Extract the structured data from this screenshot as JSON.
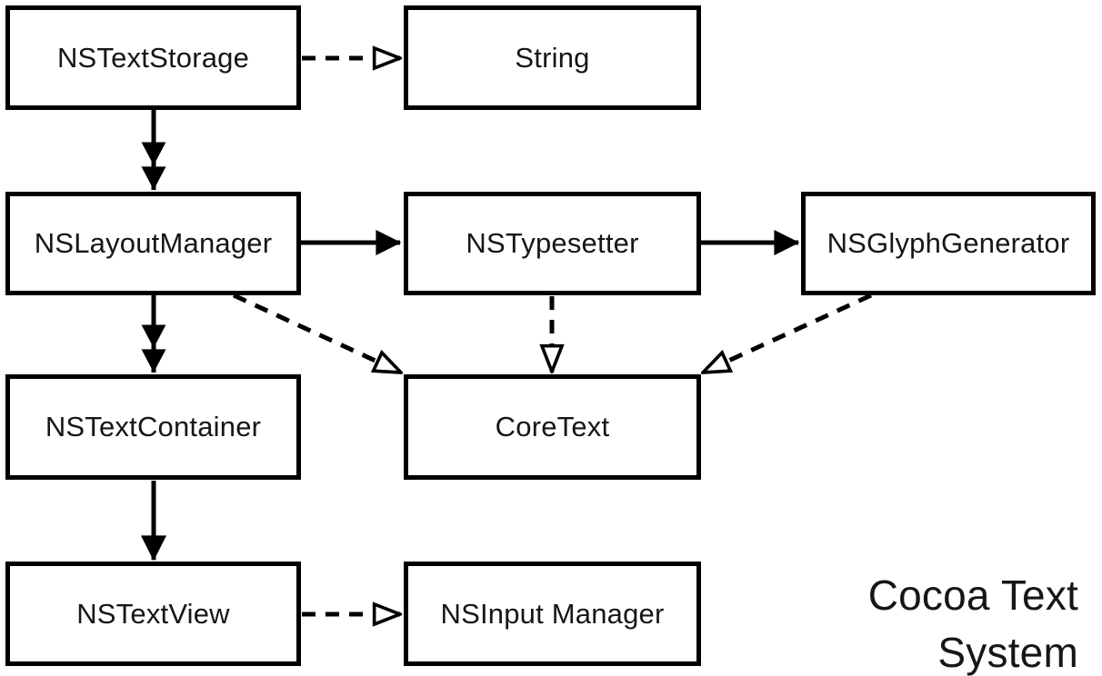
{
  "diagram": {
    "title": {
      "line1": "Cocoa Text",
      "line2": "System"
    },
    "nodes": [
      {
        "id": "nstextstorage",
        "label": "NSTextStorage"
      },
      {
        "id": "string",
        "label": "String"
      },
      {
        "id": "nslayoutmanager",
        "label": "NSLayoutManager"
      },
      {
        "id": "nstypesetter",
        "label": "NSTypesetter"
      },
      {
        "id": "nsglyphgenerator",
        "label": "NSGlyphGenerator"
      },
      {
        "id": "nstextcontainer",
        "label": "NSTextContainer"
      },
      {
        "id": "coretext",
        "label": "CoreText"
      },
      {
        "id": "nstextview",
        "label": "NSTextView"
      },
      {
        "id": "nsinputmanager",
        "label": "NSInput Manager"
      }
    ],
    "edges": [
      {
        "from": "NSTextStorage",
        "to": "String",
        "line": "dashed",
        "head": "open-triangle"
      },
      {
        "from": "NSTextStorage",
        "to": "NSLayoutManager",
        "line": "solid",
        "head": "double-filled-triangle"
      },
      {
        "from": "NSLayoutManager",
        "to": "NSTypesetter",
        "line": "solid",
        "head": "filled-triangle"
      },
      {
        "from": "NSTypesetter",
        "to": "NSGlyphGenerator",
        "line": "solid",
        "head": "filled-triangle"
      },
      {
        "from": "NSLayoutManager",
        "to": "NSTextContainer",
        "line": "solid",
        "head": "double-filled-triangle"
      },
      {
        "from": "NSLayoutManager",
        "to": "CoreText",
        "line": "dashed",
        "head": "open-triangle"
      },
      {
        "from": "NSTypesetter",
        "to": "CoreText",
        "line": "dashed",
        "head": "open-triangle"
      },
      {
        "from": "NSGlyphGenerator",
        "to": "CoreText",
        "line": "dashed",
        "head": "open-triangle"
      },
      {
        "from": "NSTextContainer",
        "to": "NSTextView",
        "line": "solid",
        "head": "filled-triangle"
      },
      {
        "from": "NSTextView",
        "to": "NSInput Manager",
        "line": "dashed",
        "head": "open-triangle"
      }
    ],
    "colors": {
      "background": "#ffffff",
      "line": "#000000",
      "box_border": "#000000",
      "box_fill": "#ffffff",
      "text": "#161616"
    }
  }
}
